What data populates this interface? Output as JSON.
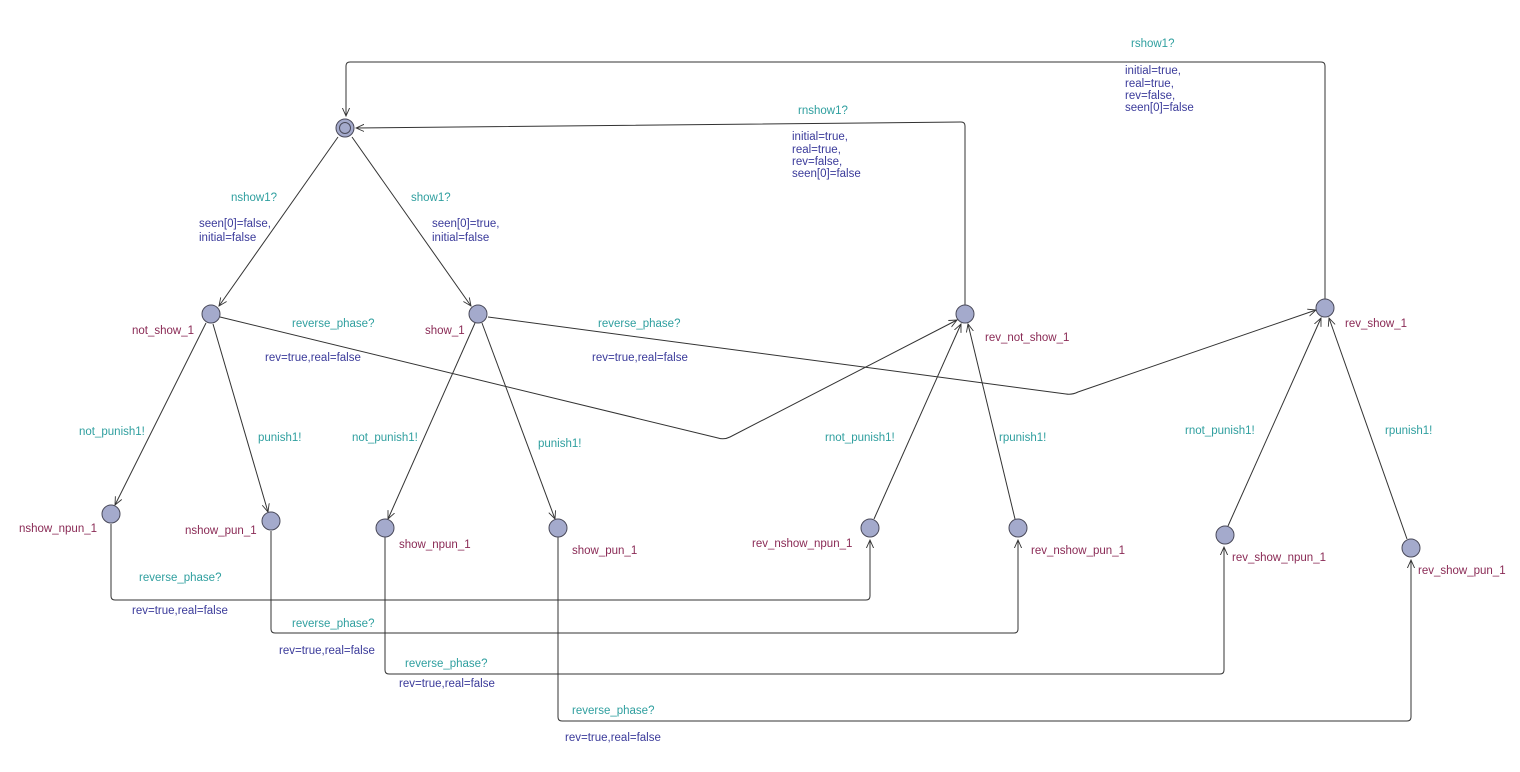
{
  "colors": {
    "sync": "#2f9f9f",
    "assign": "#3a3a9a",
    "location_name": "#8a2a55",
    "location_fill": "#a4aacc",
    "edge": "#333333"
  },
  "locations": {
    "initial": "",
    "not_show_1": "not_show_1",
    "show_1": "show_1",
    "rev_not_show_1": "rev_not_show_1",
    "rev_show_1": "rev_show_1",
    "nshow_npun_1": "nshow_npun_1",
    "nshow_pun_1": "nshow_pun_1",
    "show_npun_1": "show_npun_1",
    "show_pun_1": "show_pun_1",
    "rev_nshow_npun_1": "rev_nshow_npun_1",
    "rev_nshow_pun_1": "rev_nshow_pun_1",
    "rev_show_npun_1": "rev_show_npun_1",
    "rev_show_pun_1": "rev_show_pun_1"
  },
  "edges": {
    "init_to_not_show": {
      "sync": "nshow1?",
      "assign": [
        "seen[0]=false,",
        "initial=false"
      ]
    },
    "init_to_show": {
      "sync": "show1?",
      "assign": [
        "seen[0]=true,",
        "initial=false"
      ]
    },
    "rev_show_to_init": {
      "sync": "rshow1?",
      "assign": [
        "initial=true,",
        "real=true,",
        "rev=false,",
        "seen[0]=false"
      ]
    },
    "rev_not_show_to_init": {
      "sync": "rnshow1?",
      "assign": [
        "initial=true,",
        "real=true,",
        "rev=false,",
        "seen[0]=false"
      ]
    },
    "not_show_to_rev_not_show": {
      "sync": "reverse_phase?",
      "assign": [
        "rev=true,real=false"
      ]
    },
    "show_to_rev_show": {
      "sync": "reverse_phase?",
      "assign": [
        "rev=true,real=false"
      ]
    },
    "not_show_to_nshow_npun": {
      "sync": "not_punish1!"
    },
    "not_show_to_nshow_pun": {
      "sync": "punish1!"
    },
    "show_to_show_npun": {
      "sync": "not_punish1!"
    },
    "show_to_show_pun": {
      "sync": "punish1!"
    },
    "rev_nshow_npun_to_rev_not_show": {
      "sync": "rnot_punish1!"
    },
    "rev_nshow_pun_to_rev_not_show": {
      "sync": "rpunish1!"
    },
    "rev_show_npun_to_rev_show": {
      "sync": "rnot_punish1!"
    },
    "rev_show_pun_to_rev_show": {
      "sync": "rpunish1!"
    },
    "nshow_npun_to_rev": {
      "sync": "reverse_phase?",
      "assign": [
        "rev=true,real=false"
      ]
    },
    "nshow_pun_to_rev": {
      "sync": "reverse_phase?",
      "assign": [
        "rev=true,real=false"
      ]
    },
    "show_npun_to_rev": {
      "sync": "reverse_phase?",
      "assign": [
        "rev=true,real=false"
      ]
    },
    "show_pun_to_rev": {
      "sync": "reverse_phase?",
      "assign": [
        "rev=true,real=false"
      ]
    }
  }
}
